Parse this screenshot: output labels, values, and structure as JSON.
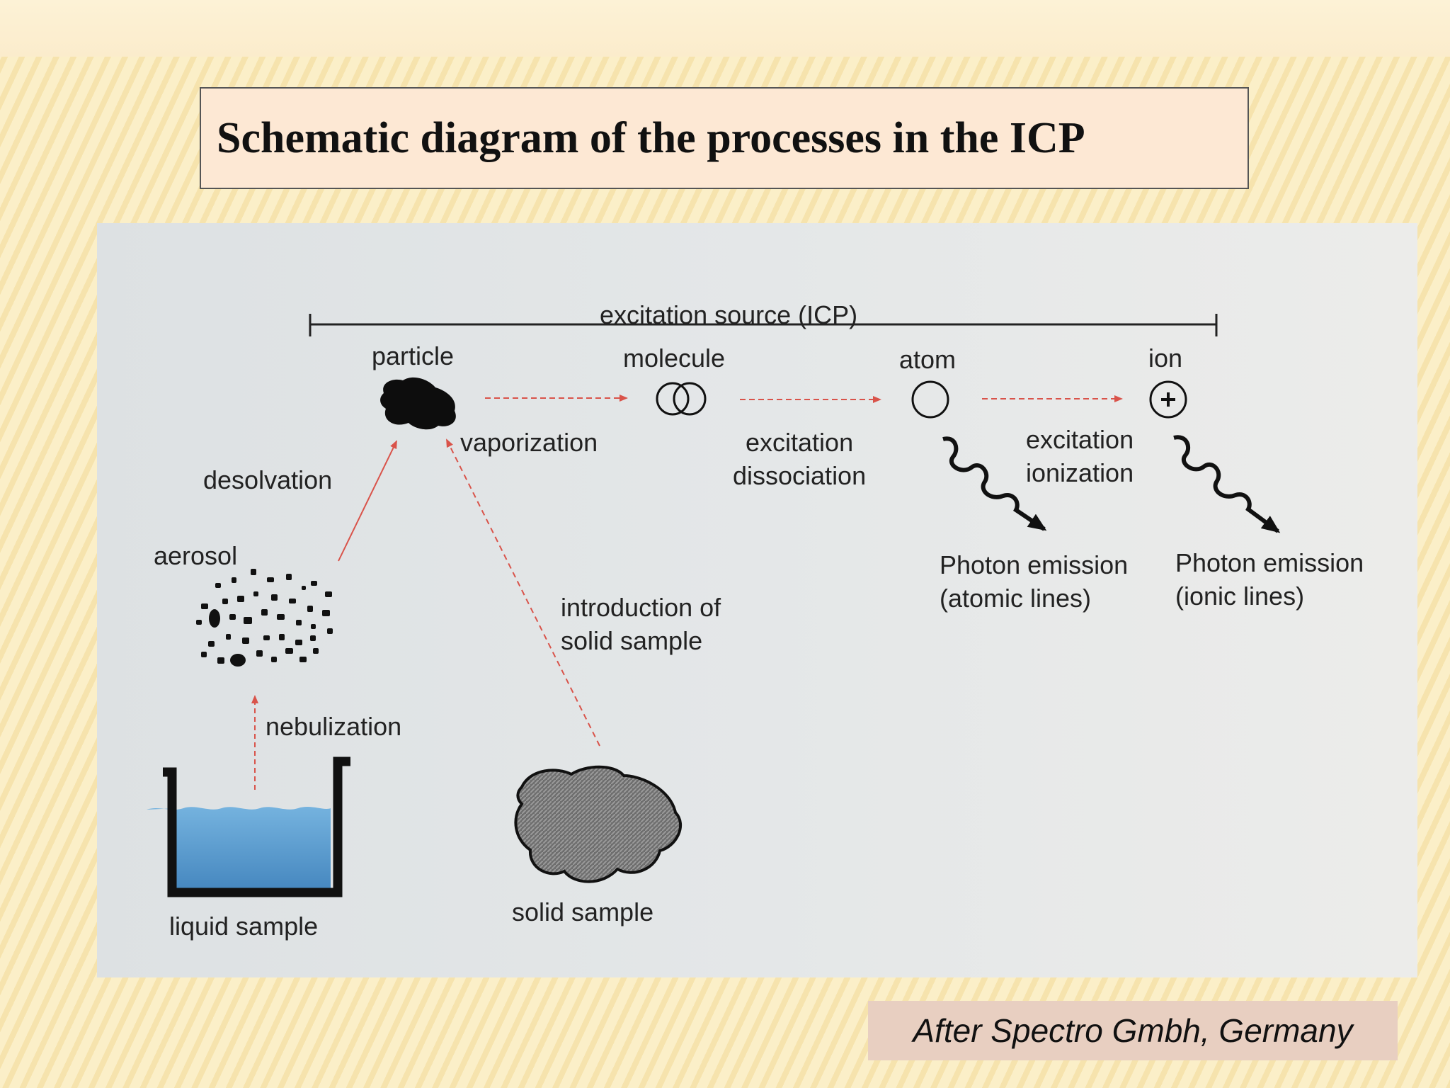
{
  "title": "Schematic diagram of the processes in the ICP",
  "diagram": {
    "source_bar_label": "excitation source (ICP)",
    "species": {
      "particle": "particle",
      "molecule": "molecule",
      "atom": "atom",
      "ion": "ion"
    },
    "processes": {
      "vaporization": "vaporization",
      "excitation_dissociation": "excitation\ndissociation",
      "excitation_ionization": "excitation\nionization",
      "desolvation": "desolvation",
      "nebulization": "nebulization",
      "introduction_solid": "introduction of\nsolid sample"
    },
    "samples": {
      "aerosol": "aerosol",
      "liquid_sample": "liquid sample",
      "solid_sample": "solid sample"
    },
    "emissions": {
      "atomic": "Photon emission\n(atomic lines)",
      "ionic": "Photon emission\n(ionic lines)"
    },
    "colors": {
      "arrow_red": "#d9534a",
      "liquid_blue": "#4a90c8",
      "ink": "#111111"
    }
  },
  "credit": "After Spectro Gmbh, Germany"
}
